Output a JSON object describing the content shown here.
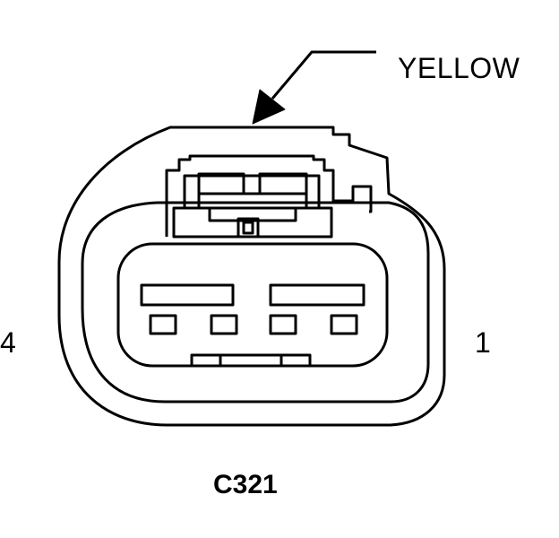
{
  "diagram": {
    "wire_color": "YELLOW",
    "pin_left": "4",
    "pin_right": "1",
    "connector_id": "C321"
  },
  "colors": {
    "ink": "#000000",
    "background": "#ffffff"
  }
}
